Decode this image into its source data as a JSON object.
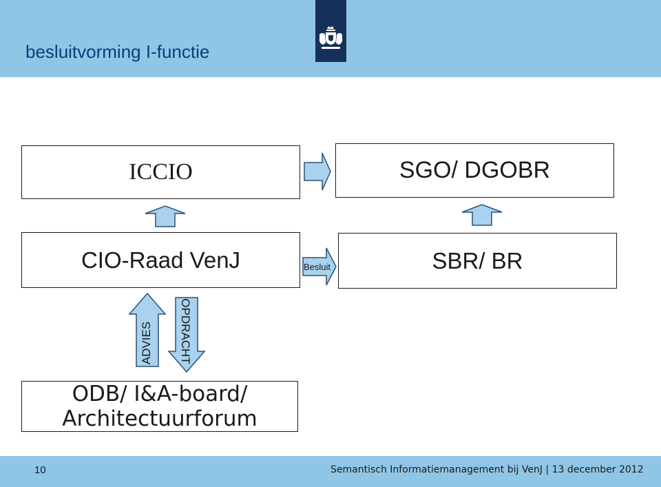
{
  "header": {
    "title": "besluitvorming I-functie",
    "logo_icon": "rijksoverheid-crest-icon",
    "background_color": "#8fc6e6",
    "logo_color": "#15315a"
  },
  "diagram": {
    "boxes": {
      "iccio": "ICCIO",
      "sgo": "SGO/ DGOBR",
      "cio": "CIO-Raad VenJ",
      "sbr": "SBR/ BR",
      "odb_line1": "ODB/ I&A-board/",
      "odb_line2": "Architectuurforum"
    },
    "arrows": {
      "besluit_label": "Besluit",
      "advies_label": "ADVIES",
      "opdracht_label": "OPDRACHT",
      "fill_color": "#a9d2ee"
    }
  },
  "footer": {
    "page_number": "10",
    "text": "Semantisch Informatiemanagement bij VenJ | 13 december 2012",
    "background_color": "#8fc6e6"
  }
}
